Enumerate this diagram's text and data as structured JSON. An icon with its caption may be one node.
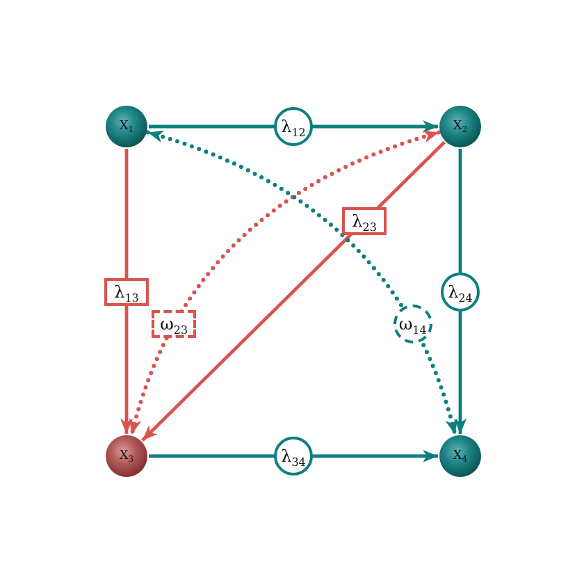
{
  "diagram": {
    "nodes": [
      {
        "text": [
          "X$_{1}$"
        ]
      },
      {
        "text": [
          "X$_{2}$"
        ]
      },
      {
        "text": [
          "X$_{3}$"
        ]
      },
      {
        "text": [
          "X$_{4}$"
        ]
      }
    ],
    "edges": [
      {
        "from": 0,
        "to": 1,
        "arrow": "to",
        "label": "λ$_{12}$"
      },
      {
        "from": 0,
        "to": 2,
        "arrow": "to",
        "label": "λ$_{13}$",
        "color": "#d9534f"
      },
      {
        "from": 1,
        "to": 2,
        "arrow": "to",
        "label": "λ$_{23}$",
        "color": "#d9534f"
      },
      {
        "from": 1,
        "to": 3,
        "arrow": "to",
        "label": "λ$_{24}$"
      },
      {
        "from": 2,
        "to": 3,
        "arrow": "to",
        "label": "λ$_{34}$"
      },
      {
        "from": 1,
        "to": 2,
        "arrow": "both",
        "label": "ω$_{23}$",
        "style": "dashed",
        "color": "#d9534f"
      },
      {
        "from": 0,
        "to": 3,
        "arrow": "both",
        "label": "ω$_{14}$",
        "style": "dashed"
      }
    ]
  }
}
